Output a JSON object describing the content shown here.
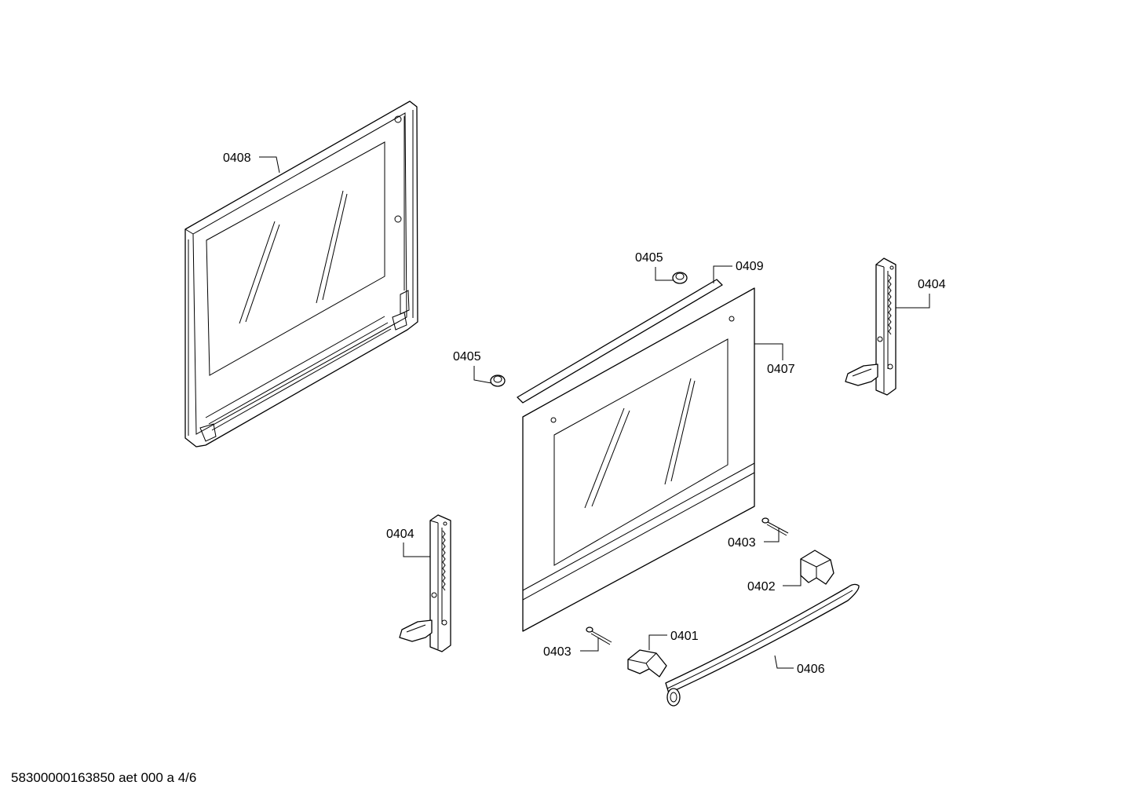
{
  "labels": {
    "door_inner_frame": "0408",
    "seal_strip": "0409",
    "bumper_top": "0405",
    "bumper_left": "0405",
    "outer_glass_door": "0407",
    "hinge_right": "0404",
    "hinge_left": "0404",
    "screw_right": "0403",
    "screw_left": "0403",
    "handle_holder_right": "0402",
    "handle_holder_left": "0401",
    "handle": "0406"
  },
  "footer": {
    "text": "58300000163850 aet 000 a 4/6"
  }
}
